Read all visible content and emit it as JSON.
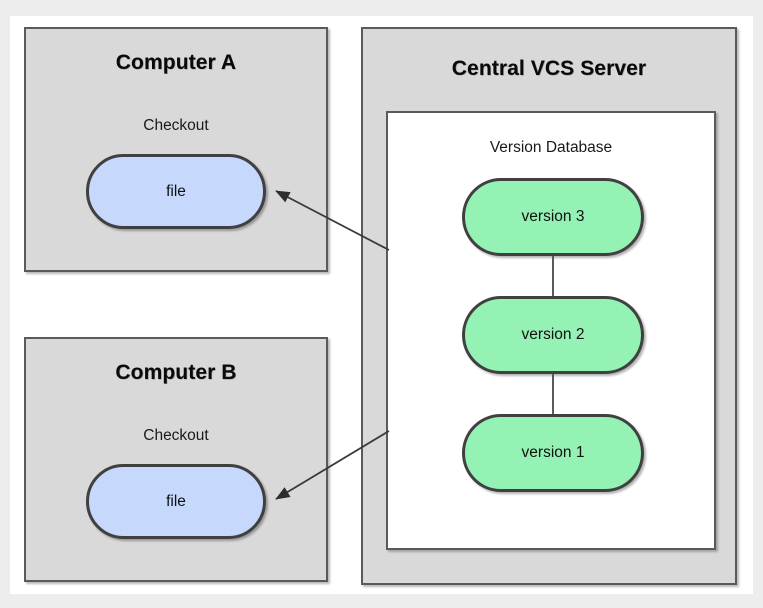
{
  "diagram": {
    "type": "centralized-version-control",
    "background_color": "#ededed",
    "sheet_color": "#ffffff",
    "panel_fill": "#d9d9d9",
    "panel_stroke": "#5a5a5a",
    "file_capsule_color": "#c6d9fd",
    "version_capsule_color": "#93f2b4",
    "capsule_stroke": "#404040",
    "arrow_color": "#3a3a3a"
  },
  "clients": [
    {
      "id": "computer-a",
      "title": "Computer A",
      "checkout_label": "Checkout",
      "file_label": "file"
    },
    {
      "id": "computer-b",
      "title": "Computer B",
      "checkout_label": "Checkout",
      "file_label": "file"
    }
  ],
  "server": {
    "title": "Central VCS Server",
    "database_label": "Version Database",
    "versions": [
      {
        "label": "version 3"
      },
      {
        "label": "version 2"
      },
      {
        "label": "version 1"
      }
    ]
  },
  "connections": [
    {
      "from": "version-database",
      "to": "computer-a-file",
      "direction": "to-client"
    },
    {
      "from": "version-database",
      "to": "computer-b-file",
      "direction": "to-client"
    }
  ]
}
